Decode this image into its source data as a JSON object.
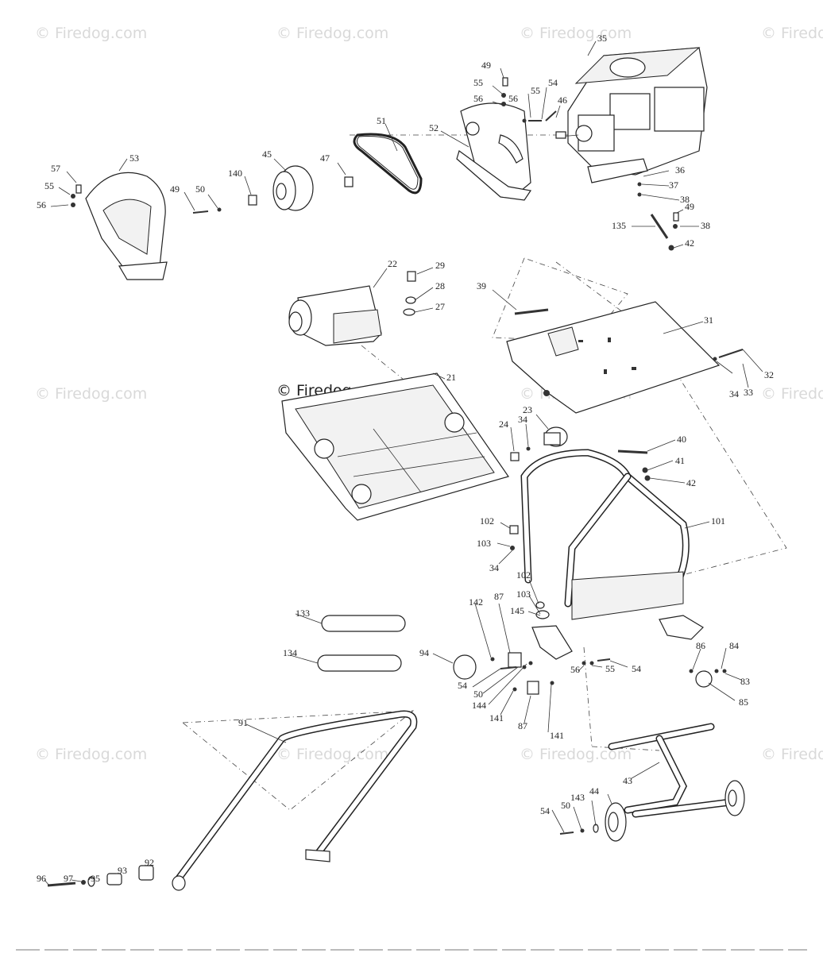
{
  "watermark_text": "© Firedog.com",
  "callouts": [
    {
      "id": "c35",
      "text": "35"
    },
    {
      "id": "c49a",
      "text": "49"
    },
    {
      "id": "c55a",
      "text": "55"
    },
    {
      "id": "c54a",
      "text": "54"
    },
    {
      "id": "c56a",
      "text": "56"
    },
    {
      "id": "c55b",
      "text": "55"
    },
    {
      "id": "c56b",
      "text": "56"
    },
    {
      "id": "c46",
      "text": "46"
    },
    {
      "id": "c51",
      "text": "51"
    },
    {
      "id": "c52",
      "text": "52"
    },
    {
      "id": "c53",
      "text": "53"
    },
    {
      "id": "c57",
      "text": "57"
    },
    {
      "id": "c55c",
      "text": "55"
    },
    {
      "id": "c56c",
      "text": "56"
    },
    {
      "id": "c45",
      "text": "45"
    },
    {
      "id": "c47",
      "text": "47"
    },
    {
      "id": "c140",
      "text": "140"
    },
    {
      "id": "c49b",
      "text": "49"
    },
    {
      "id": "c50a",
      "text": "50"
    },
    {
      "id": "c36",
      "text": "36"
    },
    {
      "id": "c37",
      "text": "37"
    },
    {
      "id": "c38a",
      "text": "38"
    },
    {
      "id": "c49c",
      "text": "49"
    },
    {
      "id": "c135",
      "text": "135"
    },
    {
      "id": "c38b",
      "text": "38"
    },
    {
      "id": "c42a",
      "text": "42"
    },
    {
      "id": "c22",
      "text": "22"
    },
    {
      "id": "c29",
      "text": "29"
    },
    {
      "id": "c28",
      "text": "28"
    },
    {
      "id": "c27",
      "text": "27"
    },
    {
      "id": "c39",
      "text": "39"
    },
    {
      "id": "c31",
      "text": "31"
    },
    {
      "id": "c32",
      "text": "32"
    },
    {
      "id": "c34a",
      "text": "34"
    },
    {
      "id": "c33",
      "text": "33"
    },
    {
      "id": "c21",
      "text": "21"
    },
    {
      "id": "c23",
      "text": "23"
    },
    {
      "id": "c24",
      "text": "24"
    },
    {
      "id": "c34b",
      "text": "34"
    },
    {
      "id": "c40",
      "text": "40"
    },
    {
      "id": "c41",
      "text": "41"
    },
    {
      "id": "c42b",
      "text": "42"
    },
    {
      "id": "c101",
      "text": "101"
    },
    {
      "id": "c102a",
      "text": "102"
    },
    {
      "id": "c103a",
      "text": "103"
    },
    {
      "id": "c34c",
      "text": "34"
    },
    {
      "id": "c102b",
      "text": "102"
    },
    {
      "id": "c103b",
      "text": "103"
    },
    {
      "id": "c145",
      "text": "145"
    },
    {
      "id": "c133",
      "text": "133"
    },
    {
      "id": "c142",
      "text": "142"
    },
    {
      "id": "c87a",
      "text": "87"
    },
    {
      "id": "c134",
      "text": "134"
    },
    {
      "id": "c94",
      "text": "94"
    },
    {
      "id": "c54b",
      "text": "54"
    },
    {
      "id": "c50b",
      "text": "50"
    },
    {
      "id": "c144",
      "text": "144"
    },
    {
      "id": "c56d",
      "text": "56"
    },
    {
      "id": "c55d",
      "text": "55"
    },
    {
      "id": "c54c",
      "text": "54"
    },
    {
      "id": "c86",
      "text": "86"
    },
    {
      "id": "c84",
      "text": "84"
    },
    {
      "id": "c83",
      "text": "83"
    },
    {
      "id": "c85",
      "text": "85"
    },
    {
      "id": "c141a",
      "text": "141"
    },
    {
      "id": "c87b",
      "text": "87"
    },
    {
      "id": "c141b",
      "text": "141"
    },
    {
      "id": "c91",
      "text": "91"
    },
    {
      "id": "c43",
      "text": "43"
    },
    {
      "id": "c54d",
      "text": "54"
    },
    {
      "id": "c50c",
      "text": "50"
    },
    {
      "id": "c143",
      "text": "143"
    },
    {
      "id": "c44",
      "text": "44"
    },
    {
      "id": "c96",
      "text": "96"
    },
    {
      "id": "c97",
      "text": "97"
    },
    {
      "id": "c95",
      "text": "95"
    },
    {
      "id": "c93",
      "text": "93"
    },
    {
      "id": "c92",
      "text": "92"
    }
  ]
}
